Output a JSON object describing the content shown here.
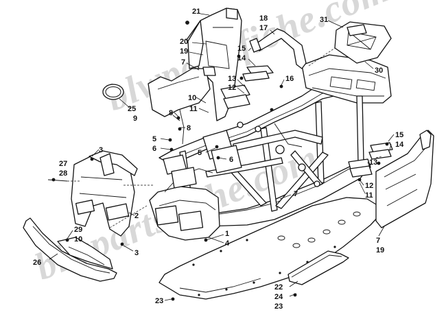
{
  "watermark": "blwpartsfiche.com",
  "callouts": [
    {
      "id": "c21a",
      "text": "21"
    },
    {
      "id": "c20",
      "text": "20"
    },
    {
      "id": "c19a",
      "text": "19"
    },
    {
      "id": "c7a",
      "text": "7"
    },
    {
      "id": "c18",
      "text": "18"
    },
    {
      "id": "c17",
      "text": "17"
    },
    {
      "id": "c31",
      "text": "31"
    },
    {
      "id": "c30",
      "text": "30"
    },
    {
      "id": "c15a",
      "text": "15"
    },
    {
      "id": "c14a",
      "text": "14"
    },
    {
      "id": "c13a",
      "text": "13"
    },
    {
      "id": "c12a",
      "text": "12"
    },
    {
      "id": "c16",
      "text": "16"
    },
    {
      "id": "c10a",
      "text": "10"
    },
    {
      "id": "c11a",
      "text": "11"
    },
    {
      "id": "c25",
      "text": "25"
    },
    {
      "id": "c9",
      "text": "9"
    },
    {
      "id": "c8a",
      "text": "8"
    },
    {
      "id": "c8b",
      "text": "8"
    },
    {
      "id": "c5a",
      "text": "5"
    },
    {
      "id": "c6a",
      "text": "6"
    },
    {
      "id": "c5b",
      "text": "5"
    },
    {
      "id": "c6b",
      "text": "6"
    },
    {
      "id": "c3a",
      "text": "3"
    },
    {
      "id": "c27",
      "text": "27"
    },
    {
      "id": "c28",
      "text": "28"
    },
    {
      "id": "c2",
      "text": "2"
    },
    {
      "id": "c29",
      "text": "29"
    },
    {
      "id": "c10b",
      "text": "10"
    },
    {
      "id": "c3b",
      "text": "3"
    },
    {
      "id": "c26",
      "text": "26"
    },
    {
      "id": "c1",
      "text": "1"
    },
    {
      "id": "c4",
      "text": "4"
    },
    {
      "id": "c7b",
      "text": "7"
    },
    {
      "id": "c15b",
      "text": "15"
    },
    {
      "id": "c14b",
      "text": "14"
    },
    {
      "id": "c13b",
      "text": "13"
    },
    {
      "id": "c12b",
      "text": "12"
    },
    {
      "id": "c11b",
      "text": "11"
    },
    {
      "id": "c7c",
      "text": "7"
    },
    {
      "id": "c19b",
      "text": "19"
    },
    {
      "id": "c22",
      "text": "22"
    },
    {
      "id": "c24",
      "text": "24"
    },
    {
      "id": "c23a",
      "text": "23"
    },
    {
      "id": "c23b",
      "text": "23"
    }
  ]
}
